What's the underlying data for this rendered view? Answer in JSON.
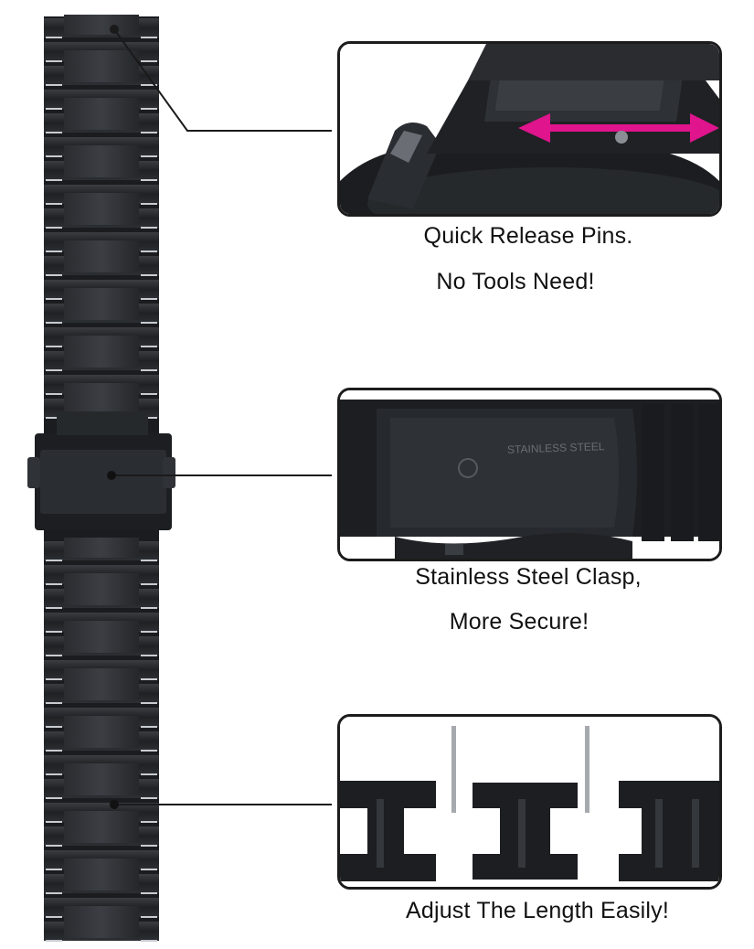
{
  "features": [
    {
      "id": "release",
      "lines": [
        "Quick Release Pins.",
        "No Tools Need!"
      ]
    },
    {
      "id": "clasp",
      "lines": [
        "Stainless Steel Clasp,",
        "More Secure!"
      ]
    },
    {
      "id": "adjust",
      "lines": [
        "Adjust The Length Easily!"
      ]
    }
  ],
  "clasp_engraving": "STAINLESS STEEL",
  "colors": {
    "metal_dark": "#1f2124",
    "metal_mid": "#34373b",
    "metal_highlight": "#c8cbd0",
    "arrow": "#e0148c",
    "line": "#1a1a1a"
  }
}
